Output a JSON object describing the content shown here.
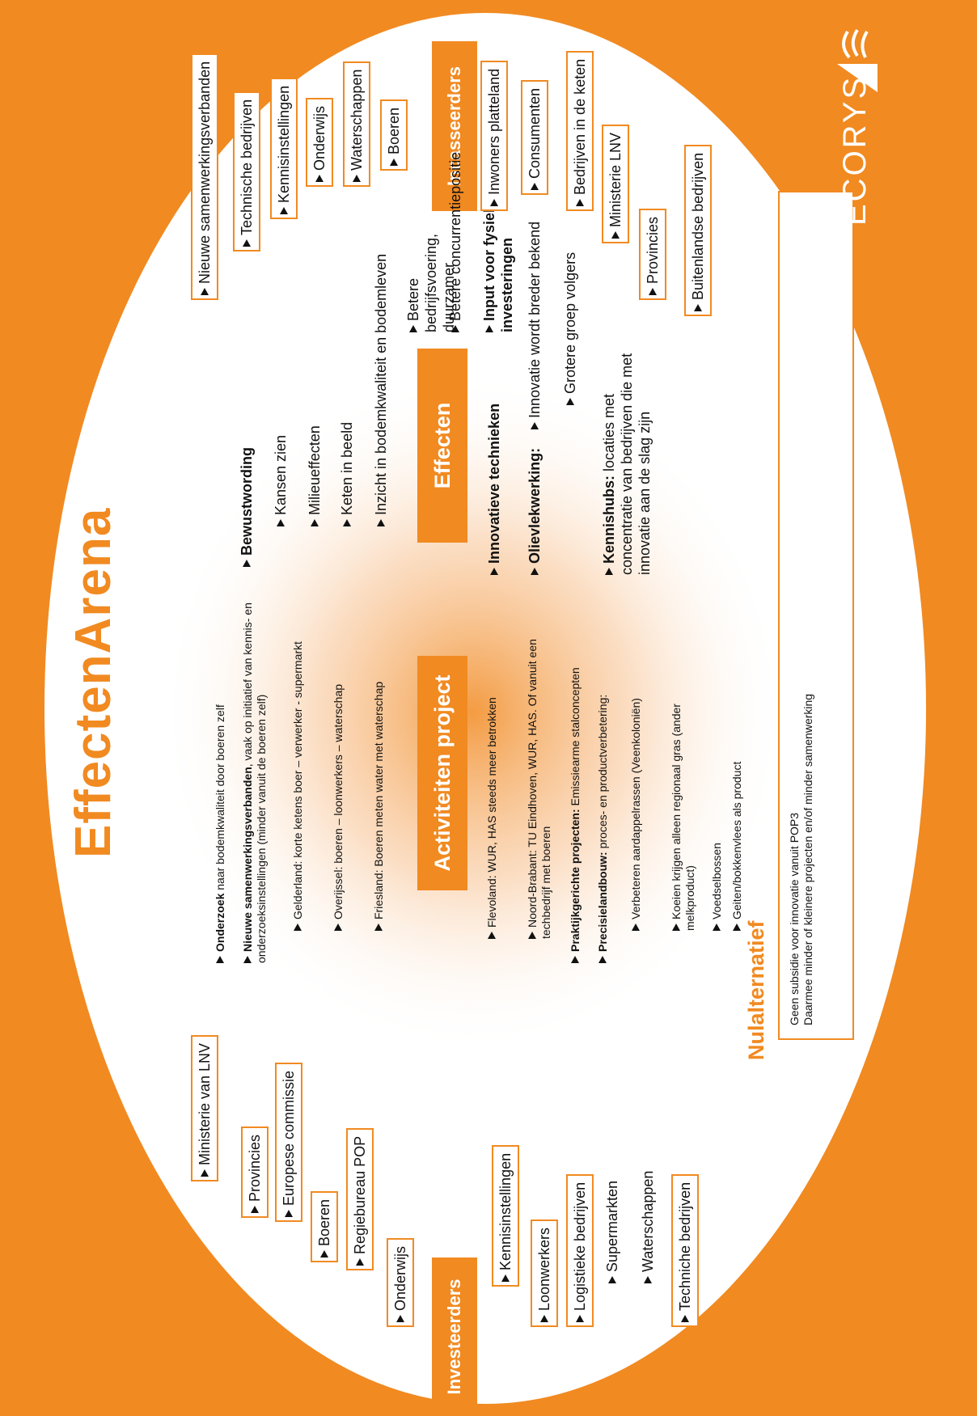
{
  "title": "EffectenArena",
  "headers": {
    "investeerders": "Investeerders",
    "activiteiten": "Activiteiten project",
    "effecten": "Effecten",
    "incasseerders": "Incasseerders"
  },
  "investeerders": [
    "Ministerie van LNV",
    "Provincies",
    "Europese commissie",
    "Boeren",
    "Regiebureau POP",
    "Onderwijs",
    "Kennisinstellingen",
    "Loonwerkers",
    "Logistieke bedrijven",
    "Supermarkten",
    "Waterschappen",
    "Techniche bedrijven"
  ],
  "activiteiten": {
    "top": [
      {
        "bold": "Onderzoek",
        "text": " naar bodemkwaliteit door boeren zelf"
      },
      {
        "bold": "Nieuwe samenwerkingsverbanden",
        "text": ", vaak op initiatief van kennis- en onderzoeksinstellingen (minder vanuit de boeren zelf)"
      }
    ],
    "sub1": [
      "Gelderland: korte ketens boer – verwerker - supermarkt",
      "Overijssel: boeren – loonwerkers – waterschap",
      "Friesland: Boeren meten water met waterschap"
    ],
    "sub2": [
      "Flevoland: WUR, HAS steeds meer betrokken",
      "Noord-Brabant: TU Eindhoven, WUR, HAS. Of vanuit een techbedrijf met boeren"
    ],
    "main2": [
      {
        "bold": "Praktijkgerichte projecten:",
        "text": " Emissiearme stalconcepten"
      },
      {
        "bold": "Precisielandbouw:",
        "text": " proces- en productverbetering:"
      }
    ],
    "sub3": [
      "Verbeteren aardappelrassen (Veenkoloniën)",
      "Koeien krijgen alleen regionaal gras (ander melkproduct)",
      "Voedselbossen",
      "Geiten/bokkenvlees als product"
    ]
  },
  "effecten": {
    "bewustwording": "Bewustwording",
    "bewust_items": [
      "Kansen zien",
      "Milieueffecten",
      "Keten in beeld",
      "Inzicht in bodemkwaliteit en bodemleven"
    ],
    "bedrijf_items": [
      "Betere bedrijfsvoering, duurzamer",
      "Betere concurrentiepositie"
    ],
    "innovatieve": "Innovatieve technieken",
    "input": "Input voor fysieke investeringen",
    "olievlek": "Olievlekwerking:",
    "olievlek_items": [
      "Innovatie wordt breder bekend",
      "Grotere groep volgers"
    ],
    "kennishubs_bold": "Kennishubs:",
    "kennishubs_text": " locaties met concentratie van bedrijven die met innovatie aan de slag zijn"
  },
  "incasseerders": [
    "Nieuwe samenwerkingsverbanden",
    "Technische bedrijven",
    "Kennisinstellingen",
    "Onderwijs",
    "Waterschappen",
    "Boeren",
    "Inwoners platteland",
    "Consumenten",
    "Bedrijven in de keten",
    "Ministerie LNV",
    "Provincies",
    "Buitenlandse bedrijven"
  ],
  "nulalternatief": {
    "title": "Nulalternatief",
    "line1": "Geen subsidie voor innovatie vanuit POP3",
    "line2": "Daarmee minder of kleinere projecten en/of minder samenwerking"
  },
  "logo": "ECORYS",
  "colors": {
    "orange": "#f18a21",
    "white": "#ffffff"
  }
}
